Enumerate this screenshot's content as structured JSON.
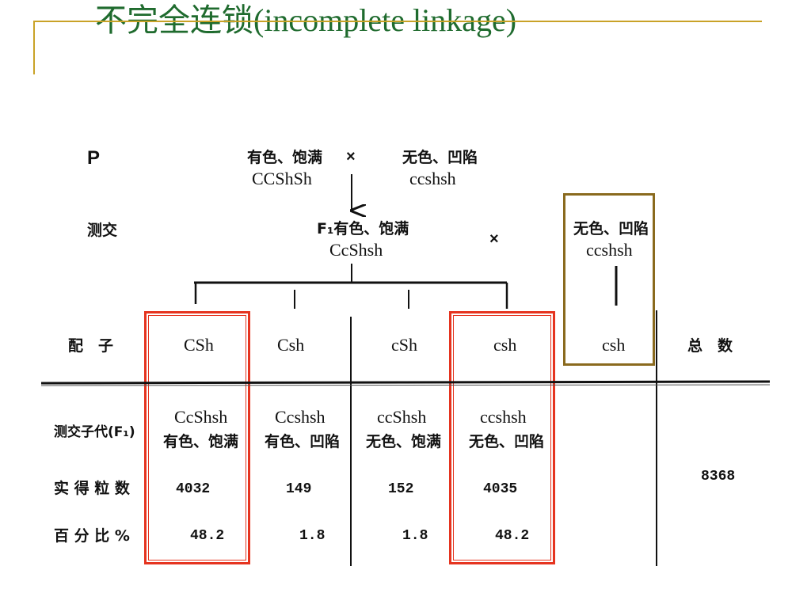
{
  "slide": {
    "title": "不完全连锁(incomplete linkage)"
  },
  "diagram": {
    "p_label": "P",
    "p1": {
      "phenotype": "有色、饱满",
      "genotype": "CCShSh"
    },
    "p_cross": "×",
    "p2": {
      "phenotype": "无色、凹陷",
      "genotype": "ccshsh"
    },
    "testcross_label": "测交",
    "f1": {
      "label": "F₁有色、饱满",
      "genotype": "CcShsh"
    },
    "test_cross": "×",
    "tester": {
      "phenotype": "无色、凹陷",
      "genotype": "ccshsh",
      "gamete": "csh"
    },
    "gamete_label": "配　子",
    "total_label": "总　数",
    "gametes": [
      "CSh",
      "Csh",
      "cSh",
      "csh"
    ],
    "offspring_label": "测交子代(F₁)",
    "offspring": [
      {
        "genotype": "CcShsh",
        "phenotype": "有色、饱满"
      },
      {
        "genotype": "Ccshsh",
        "phenotype": "有色、凹陷"
      },
      {
        "genotype": "ccShsh",
        "phenotype": "无色、饱满"
      },
      {
        "genotype": "ccshsh",
        "phenotype": "无色、凹陷"
      }
    ],
    "count_label": "实 得 粒 数",
    "counts": [
      "4032",
      "149",
      "152",
      "4035"
    ],
    "total": "8368",
    "percent_label": "百 分 比 %",
    "percents": [
      "48.2",
      "1.8",
      "1.8",
      "48.2"
    ]
  }
}
